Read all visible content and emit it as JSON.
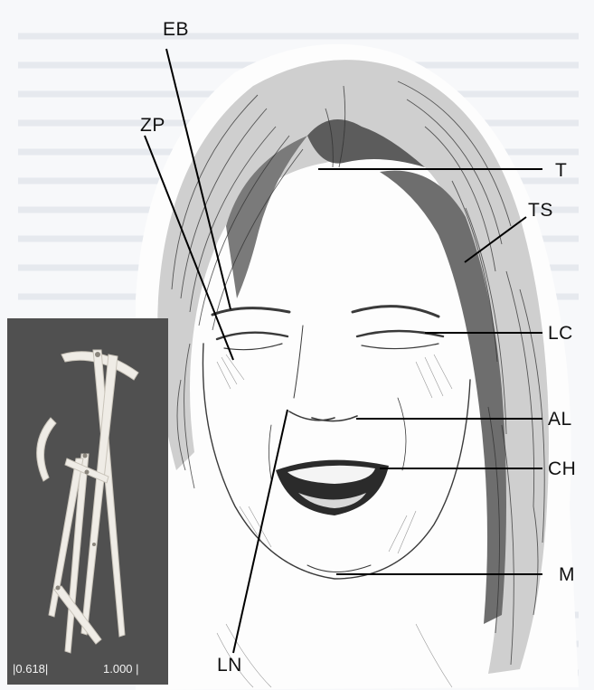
{
  "labels": {
    "EB": "EB",
    "ZP": "ZP",
    "T": "T",
    "TS": "TS",
    "LC": "LC",
    "AL": "AL",
    "CH": "CH",
    "M": "M",
    "LN": "LN"
  },
  "inset": {
    "scale_left": "|0.618|",
    "scale_right": "1.000 |"
  }
}
